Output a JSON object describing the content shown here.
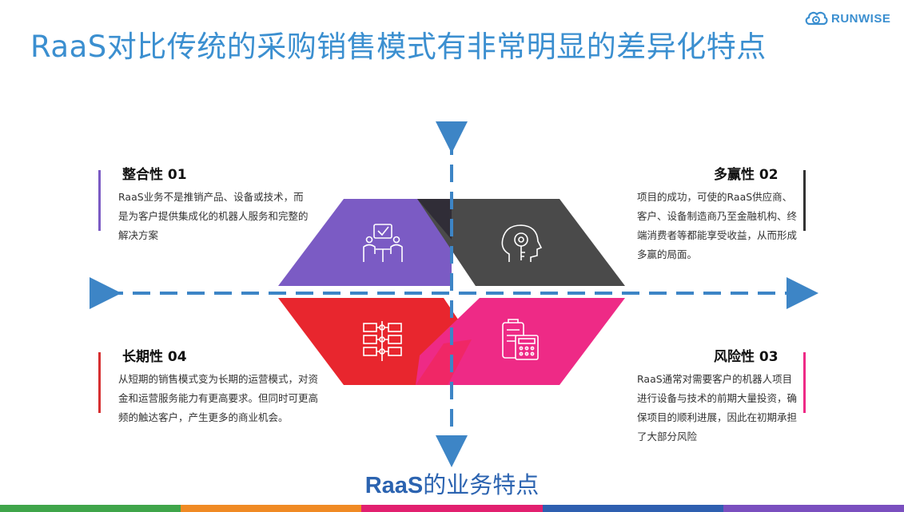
{
  "title": "RaaS对比传统的采购销售模式有非常明显的差异化特点",
  "logo": {
    "text": "RUNWISE",
    "icon": "cloud-gear-icon"
  },
  "subtitle_bold": "RaaS",
  "subtitle_rest": "的业务特点",
  "quadrants": [
    {
      "id": "q1",
      "title": "整合性 01",
      "text": "RaaS业务不是推销产品、设备或技术，而是为客户提供集成化的机器人服务和完整的解决方案",
      "color": "#7b5bc4",
      "icon": "team-meeting-icon"
    },
    {
      "id": "q2",
      "title": "多赢性 02",
      "text": "项目的成功，可使的RaaS供应商、客户、设备制造商乃至金融机构、终端消费者等都能享受收益，从而形成多赢的局面。",
      "color": "#4a4a4a",
      "icon": "head-key-icon"
    },
    {
      "id": "q3",
      "title": "风险性 03",
      "text": "RaaS通常对需要客户的机器人项目进行设备与技术的前期大量投资，确保项目的顺利进展，因此在初期承担了大部分风险",
      "color": "#ee2a86",
      "icon": "calculator-clipboard-icon"
    },
    {
      "id": "q4",
      "title": "长期性 04",
      "text": "从短期的销售模式变为长期的运营模式，对资金和运营服务能力有更高要求。但同时可更高频的触达客户，产生更多的商业机会。",
      "color": "#e8262e",
      "icon": "process-flow-icon"
    }
  ],
  "colors": {
    "axis": "#3d85c6",
    "title": "#3b8fd0",
    "bar_q1": "#7b5bc4",
    "bar_q2": "#333333",
    "bar_q3": "#ee2a86",
    "bar_q4": "#d63031",
    "strip": [
      "#3fa54a",
      "#f08a24",
      "#e2206f",
      "#2e5fb0",
      "#7a4fbf"
    ]
  }
}
